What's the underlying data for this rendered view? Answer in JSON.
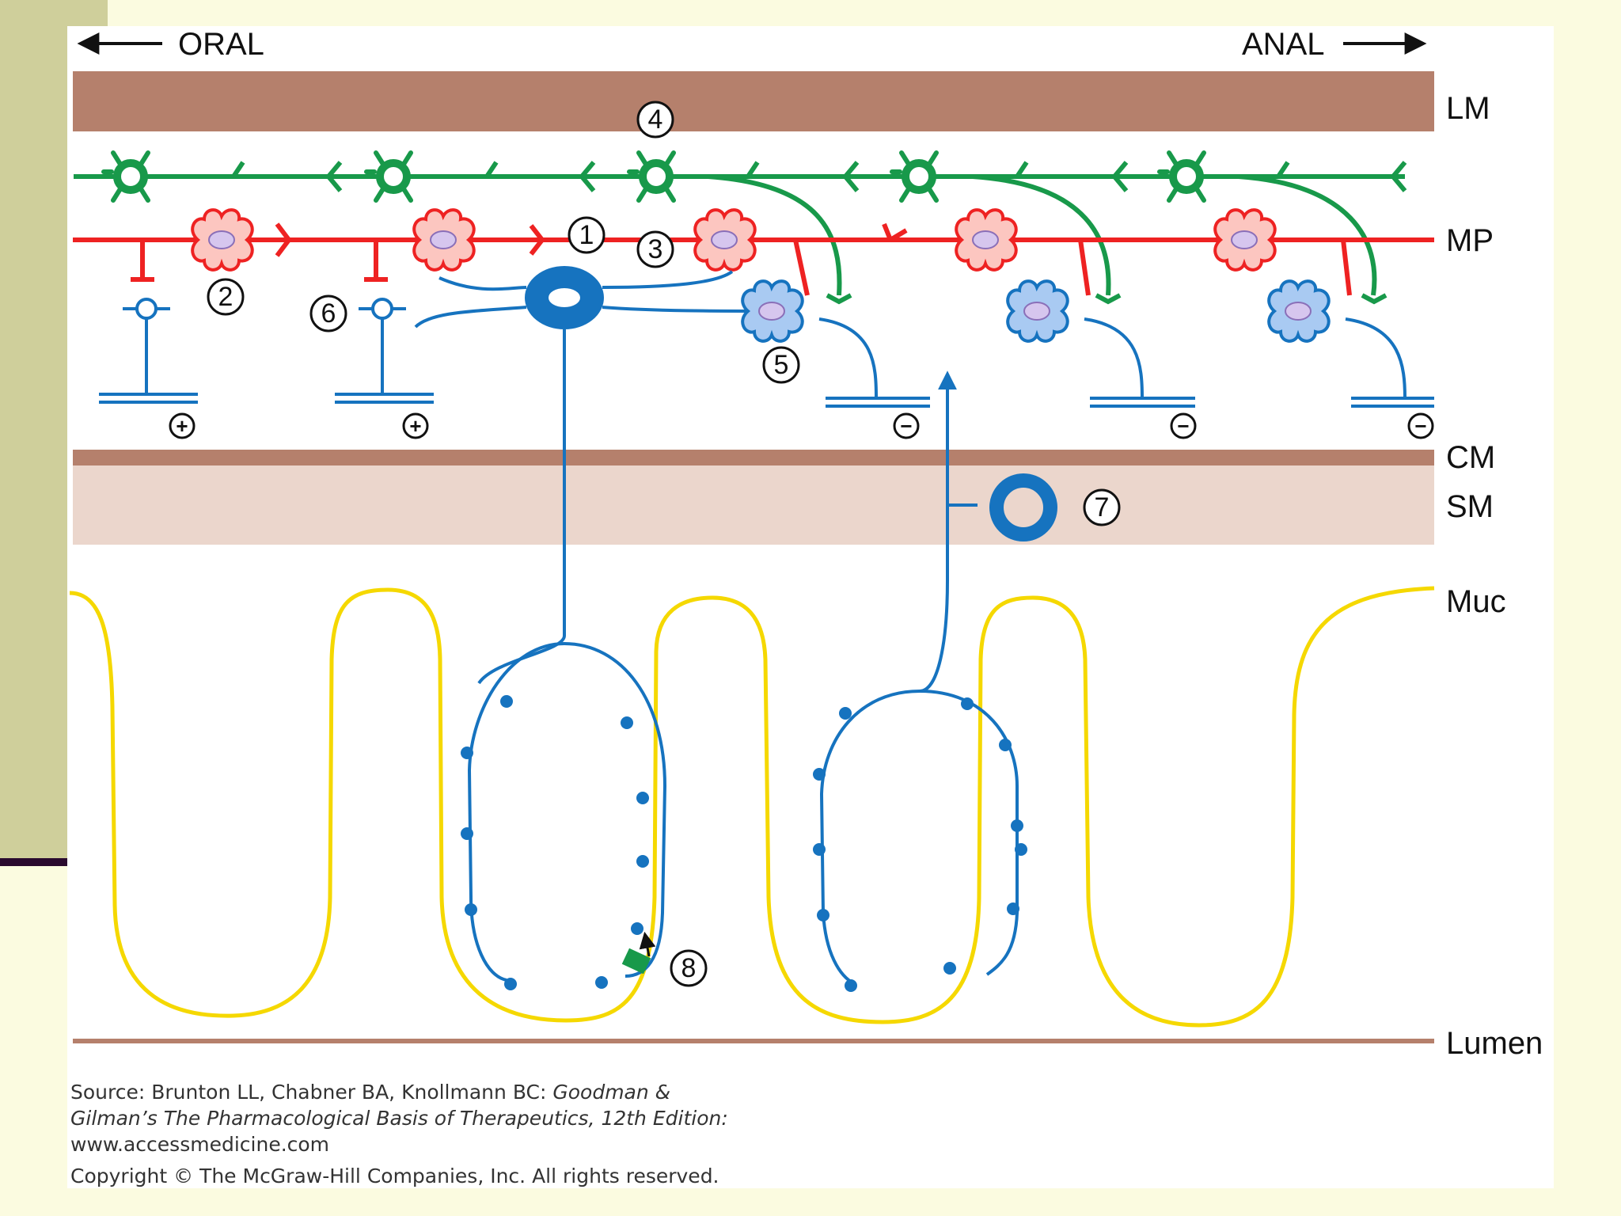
{
  "directions": {
    "oral": "ORAL",
    "anal": "ANAL"
  },
  "layers": {
    "lm": "LM",
    "mp": "MP",
    "cm": "CM",
    "sm": "SM",
    "muc": "Muc",
    "lumen": "Lumen"
  },
  "numbers": [
    "1",
    "2",
    "3",
    "4",
    "5",
    "6",
    "7",
    "8"
  ],
  "signs": {
    "plus": "+",
    "minus": "−"
  },
  "source": {
    "line1_a": "Source: Brunton LL, Chabner BA, Knollmann BC: ",
    "line1_b": "Goodman &",
    "line2": "Gilman’s The Pharmacological Basis of Therapeutics, 12th Edition:",
    "line3": "www.accessmedicine.com",
    "copyright": "Copyright © The McGraw-Hill Companies, Inc. All rights reserved."
  },
  "colors": {
    "longitudinal_muscle": "#b5806c",
    "circular_muscle": "#b5806c",
    "submucosa": "#ebd6cc",
    "mucosa_outline": "#f5d800",
    "lumen_line": "#b5806c",
    "green_neurons": "#18994a",
    "red_neurons": "#ee2222",
    "red_neuron_body": "#fcc6c0",
    "blue_neurons": "#1673bf",
    "blue_neuron_body": "#a9caf2",
    "nucleus": "#d6c6ee"
  }
}
